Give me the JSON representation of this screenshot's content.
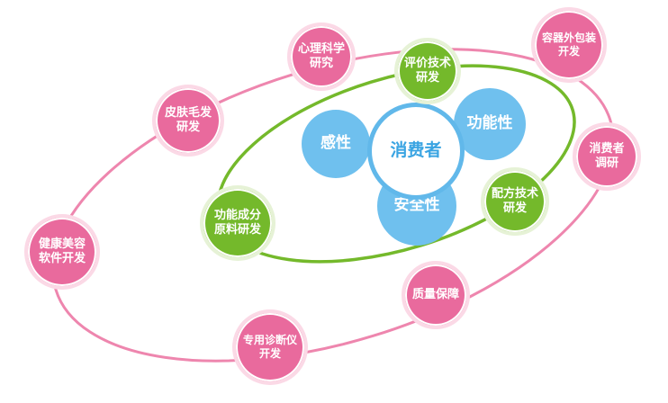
{
  "center": {
    "label": "消费者"
  },
  "core": [
    {
      "id": "gan",
      "label": "感性"
    },
    {
      "id": "gn",
      "label": "功能性"
    },
    {
      "id": "aq",
      "label": "安全性"
    }
  ],
  "inner_ring": [
    {
      "id": "pj",
      "lines": [
        "评价技术",
        "研发"
      ]
    },
    {
      "id": "pf",
      "lines": [
        "配方技术",
        "研发"
      ]
    },
    {
      "id": "cf",
      "lines": [
        "功能成分",
        "原料研发"
      ]
    }
  ],
  "outer_ring": [
    {
      "id": "xl",
      "lines": [
        "心理科学",
        "研究"
      ]
    },
    {
      "id": "rq",
      "lines": [
        "容器外包装",
        "开发"
      ]
    },
    {
      "id": "pf2",
      "lines": [
        "皮肤毛发",
        "研发"
      ]
    },
    {
      "id": "xf",
      "lines": [
        "消费者",
        "调研"
      ]
    },
    {
      "id": "jk",
      "lines": [
        "健康美容",
        "软件开发"
      ]
    },
    {
      "id": "zl",
      "lines": [
        "质量保障"
      ]
    },
    {
      "id": "zy",
      "lines": [
        "专用诊断仪",
        "开发"
      ]
    }
  ],
  "colors": {
    "outer_ring": "#e96a9d",
    "inner_ring": "#74b92b",
    "core": "#6fc0ee",
    "center_border": "#61b8ea",
    "center_text": "#3aa4e2"
  }
}
